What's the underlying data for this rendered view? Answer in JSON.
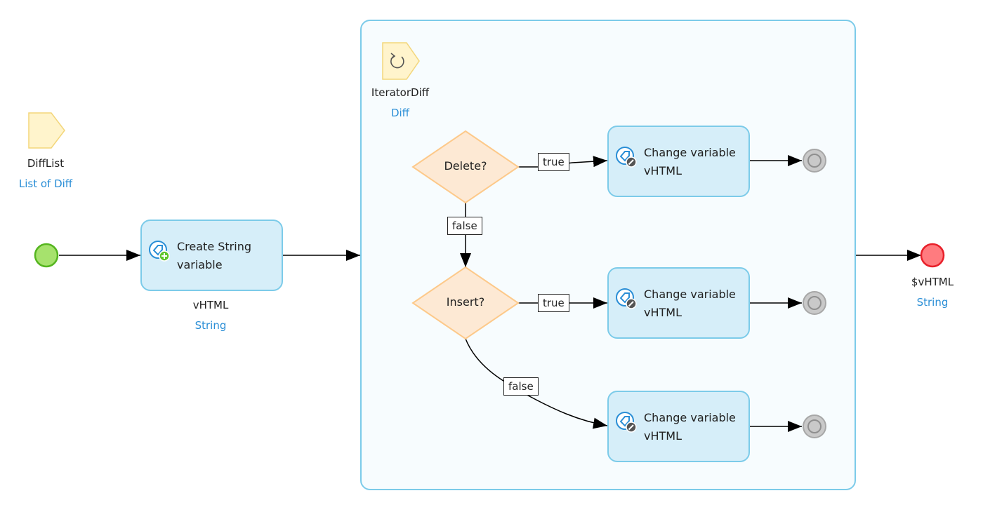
{
  "parameter": {
    "name": "DiffList",
    "type": "List of Diff"
  },
  "create_action": {
    "line1": "Create String",
    "line2": "variable",
    "var_name": "vHTML",
    "var_type": "String"
  },
  "loop": {
    "name": "IteratorDiff",
    "type": "Diff"
  },
  "decisions": [
    {
      "label": "Delete?"
    },
    {
      "label": "Insert?"
    }
  ],
  "change_actions": [
    {
      "line1": "Change variable",
      "line2": "vHTML"
    },
    {
      "line1": "Change variable",
      "line2": "vHTML"
    },
    {
      "line1": "Change variable",
      "line2": "vHTML"
    }
  ],
  "conditions": {
    "delete_true": "true",
    "delete_false": "false",
    "insert_true": "true",
    "insert_false": "false"
  },
  "end_event": {
    "return_value": "$vHTML",
    "type": "String"
  },
  "colors": {
    "start": "#a6e26d",
    "start_stroke": "#55b51f",
    "end": "#ff7b7f",
    "end_stroke": "#e8202a",
    "activity_fill": "#d6eef9",
    "activity_stroke": "#7ccbe9",
    "decision_fill": "#fde9d4",
    "decision_stroke": "#fdc98a",
    "parameter_fill": "#fff4cc",
    "parameter_stroke": "#f3d67a",
    "continue": "#a7a7a7",
    "type_text": "#2a8ed6"
  }
}
